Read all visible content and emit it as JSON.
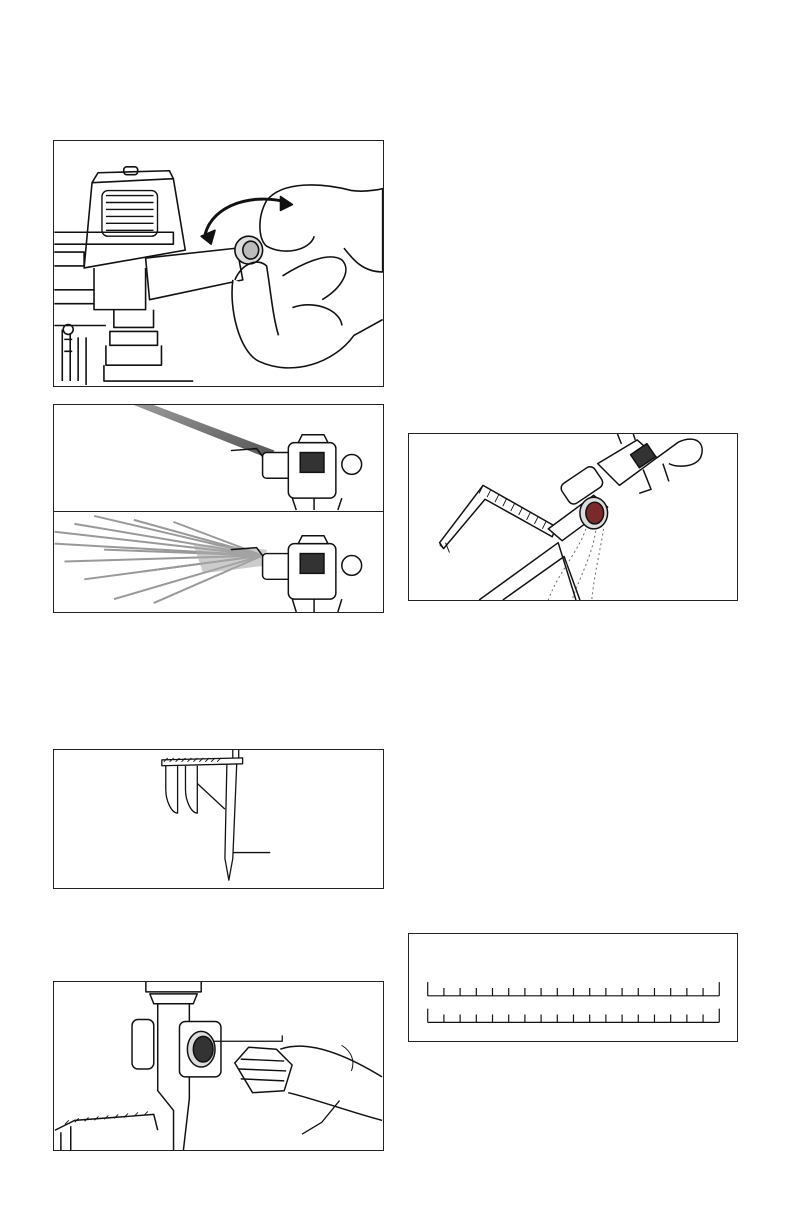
{
  "figures": [
    {
      "id": "sprinkler-adjust-hand",
      "icon": "hand-turning-nozzle-illustration"
    },
    {
      "id": "spray-patterns",
      "icon": "sprinkler-stream-and-diffused-spray-illustration"
    },
    {
      "id": "spike-stake",
      "icon": "sprinkler-spike-illustration"
    },
    {
      "id": "hose-connection",
      "icon": "hose-coupling-illustration"
    },
    {
      "id": "nozzle-cleaning",
      "icon": "spike-and-nozzle-screen-illustration"
    },
    {
      "id": "coverage-scale",
      "icon": "double-ruler-scale-illustration",
      "scale_divisions": 18
    }
  ]
}
